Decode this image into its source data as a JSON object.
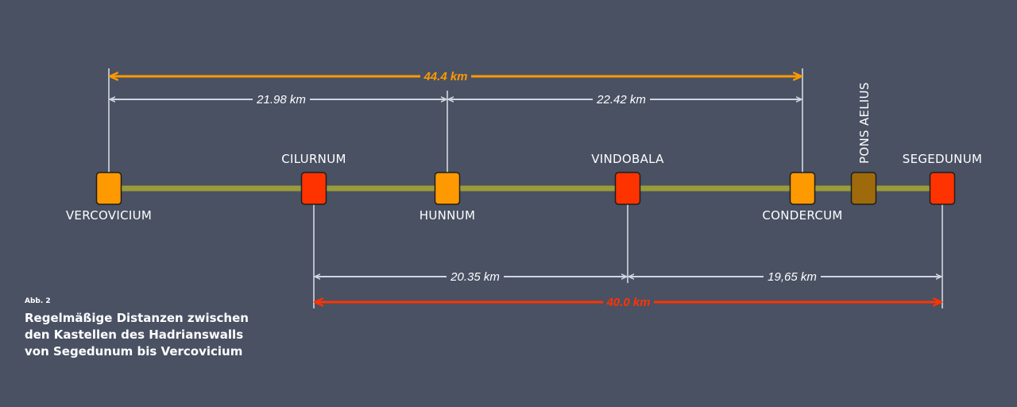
{
  "colors": {
    "background": "#495163",
    "wall": "#9a9c3b",
    "connector": "#b8bcc6",
    "measure": "#cfd6e2",
    "total_top": "#ff9900",
    "total_bottom": "#ff3300",
    "fort_orange": "#ff9900",
    "fort_red": "#ff3300",
    "fort_brown": "#9e6a0c"
  },
  "forts": [
    {
      "id": "vercovicium",
      "label": "VERCOVICIUM",
      "color": "orange"
    },
    {
      "id": "cilurnum",
      "label": "CILURNUM",
      "color": "red"
    },
    {
      "id": "hunnum",
      "label": "HUNNUM",
      "color": "orange"
    },
    {
      "id": "vindobala",
      "label": "VINDOBALA",
      "color": "red"
    },
    {
      "id": "condercum",
      "label": "CONDERCUM",
      "color": "orange"
    },
    {
      "id": "pons-aelius",
      "label": "PONS AELIUS",
      "color": "brown"
    },
    {
      "id": "segedunum",
      "label": "SEGEDUNUM",
      "color": "red"
    }
  ],
  "distances": [
    {
      "id": "vercovicium-condercum",
      "label": "44.4 km",
      "type": "total",
      "color": "total_top"
    },
    {
      "id": "vercovicium-hunnum",
      "label": "21.98 km",
      "type": "segment"
    },
    {
      "id": "hunnum-condercum",
      "label": "22.42 km",
      "type": "segment"
    },
    {
      "id": "cilurnum-vindobala",
      "label": "20.35 km",
      "type": "segment"
    },
    {
      "id": "vindobala-segedunum",
      "label": "19,65 km",
      "type": "segment"
    },
    {
      "id": "cilurnum-segedunum",
      "label": "40.0 km",
      "type": "total",
      "color": "total_bottom"
    }
  ],
  "caption": {
    "figure": "Abb. 2",
    "text": "Regelmäßige Distanzen zwischen den Kastellen des Hadrianswalls von Segedunum bis Vercovicium"
  }
}
